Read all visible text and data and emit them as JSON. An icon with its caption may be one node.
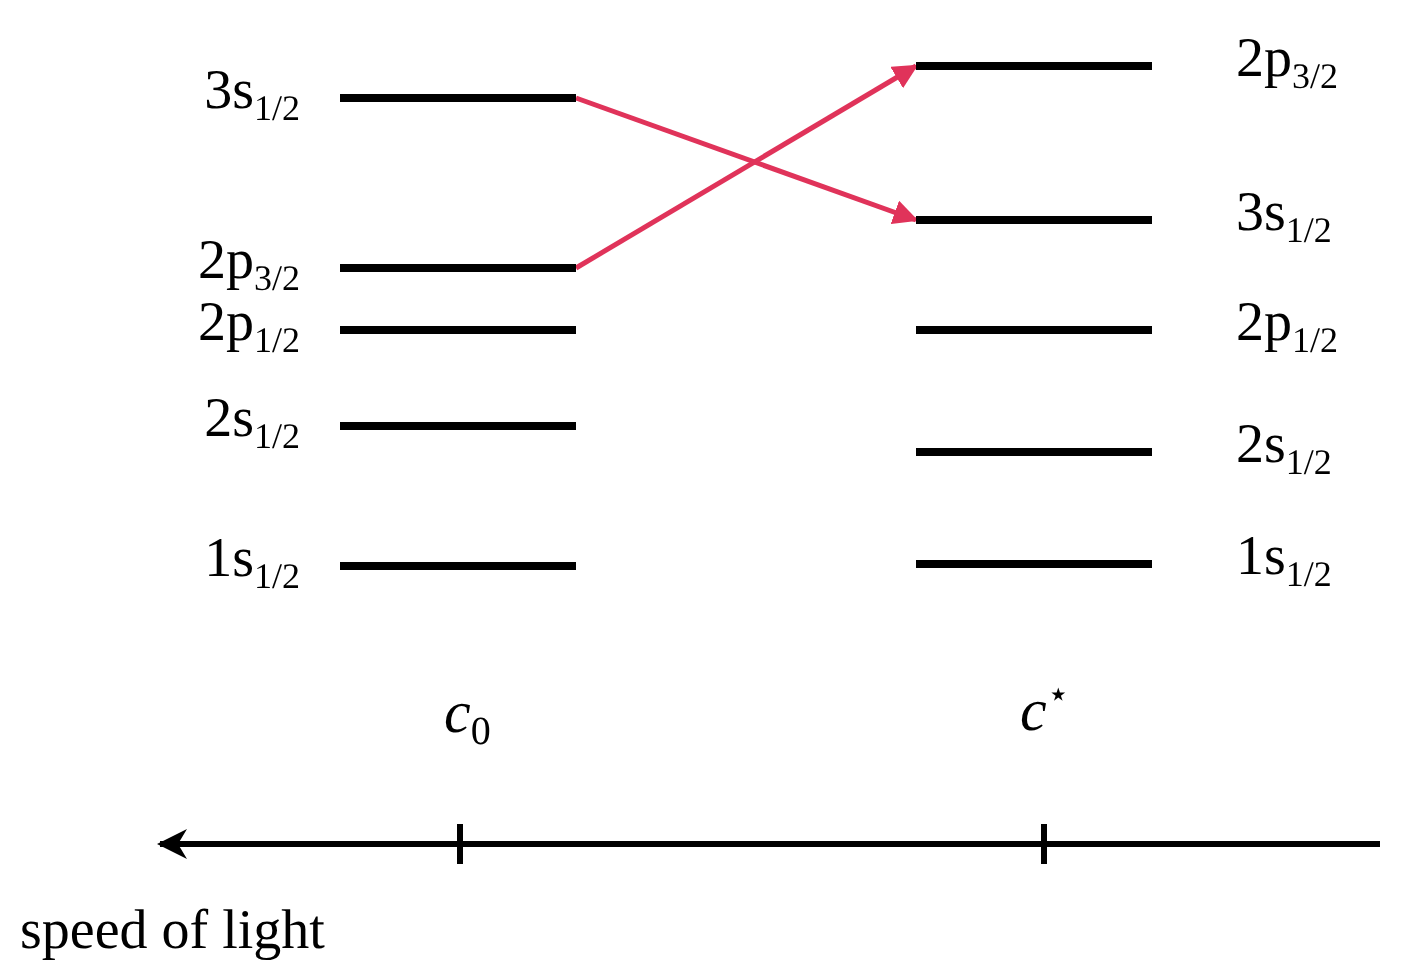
{
  "diagram": {
    "nodes": [
      {
        "text": [
          "3s$_{1/2}$"
        ]
      },
      {
        "text": [
          "2p$_{3/2}$"
        ]
      },
      {
        "text": [
          "2p$_{1/2}$"
        ]
      },
      {
        "text": [
          "2s$_{1/2}$"
        ]
      },
      {
        "text": [
          "1s$_{1/2}$"
        ]
      },
      {
        "text": [
          "2p$_{3/2}$"
        ]
      },
      {
        "text": [
          "3s$_{1/2}$"
        ]
      },
      {
        "text": [
          "2p$_{1/2}$"
        ]
      },
      {
        "text": [
          "2s$_{1/2}$"
        ]
      },
      {
        "text": [
          "1s$_{1/2}$"
        ]
      }
    ],
    "edges": [
      {
        "from": 0,
        "to": 6,
        "arrow": "to"
      },
      {
        "from": 1,
        "to": 5,
        "arrow": "to"
      }
    ],
    "labels": [
      "*c*$_{0}$",
      "*c*$^{⋆}$",
      "speed of light"
    ]
  }
}
